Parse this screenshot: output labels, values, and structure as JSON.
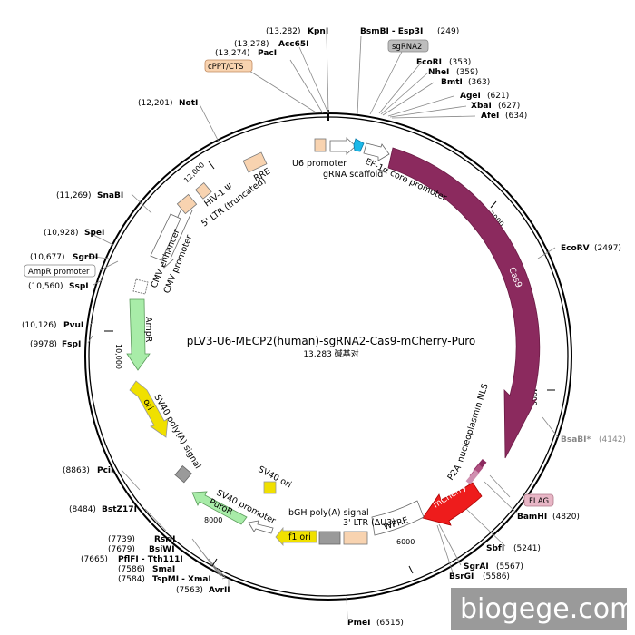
{
  "title": "pLV3-U6-MECP2(human)-sgRNA2-Cas9-mCherry-Puro",
  "subtitle": "13,283 碱基对",
  "watermark": "biogege.com",
  "ticks": [
    "2000",
    "4000",
    "6000",
    "8000",
    "10,000",
    "12,000"
  ],
  "tags": {
    "cppt": "cPPT/CTS",
    "sgrna2": "sgRNA2",
    "ampr_promoter": "AmpR promoter",
    "flag": "FLAG"
  },
  "features": {
    "u6_promoter": "U6 promoter",
    "grna_scaffold": "gRNA scaffold",
    "ef1a": "EF-1α core promoter",
    "cas9": "Cas9",
    "nls": "nucleoplasmin NLS",
    "p2a": "P2A",
    "mcherry": "mCherry",
    "wpre": "WPRE",
    "ltr3": "3' LTR (ΔU3)",
    "bgh": "bGH poly(A) signal",
    "f1ori": "f1 ori",
    "sv40_promoter": "SV40 promoter",
    "puror": "PuroR",
    "sv40_ori": "SV40 ori",
    "sv40_polya": "SV40 poly(A) signal",
    "ori": "ori",
    "ampr": "AmpR",
    "cmv_enhancer": "CMV enhancer",
    "cmv_promoter": "CMV promoter",
    "ltr5": "5' LTR (truncated)",
    "hiv": "HIV-1 Ψ",
    "rre": "RRE"
  },
  "sites": [
    {
      "id": "kpni",
      "name": "KpnI",
      "pos": "(13,282)"
    },
    {
      "id": "acc65i",
      "name": "Acc65I",
      "pos": "(13,278)"
    },
    {
      "id": "paci",
      "name": "PacI",
      "pos": "(13,274)"
    },
    {
      "id": "bsmbi",
      "name": "BsmBI - Esp3I",
      "pos": "(249)"
    },
    {
      "id": "ecori",
      "name": "EcoRI",
      "pos": "(353)"
    },
    {
      "id": "nhei",
      "name": "NheI",
      "pos": "(359)"
    },
    {
      "id": "bmti",
      "name": "BmtI",
      "pos": "(363)"
    },
    {
      "id": "agei",
      "name": "AgeI",
      "pos": "(621)"
    },
    {
      "id": "xbai",
      "name": "XbaI",
      "pos": "(627)"
    },
    {
      "id": "afei",
      "name": "AfeI",
      "pos": "(634)"
    },
    {
      "id": "ecorv",
      "name": "EcoRV",
      "pos": "(2497)"
    },
    {
      "id": "bsabi",
      "name": "BsaBI*",
      "pos": "(4142)"
    },
    {
      "id": "bamhi",
      "name": "BamHI",
      "pos": "(4820)"
    },
    {
      "id": "sbfi",
      "name": "SbfI",
      "pos": "(5241)"
    },
    {
      "id": "sgrai",
      "name": "SgrAI",
      "pos": "(5567)"
    },
    {
      "id": "bsrgi",
      "name": "BsrGI",
      "pos": "(5586)"
    },
    {
      "id": "pmei",
      "name": "PmeI",
      "pos": "(6515)"
    },
    {
      "id": "avrii",
      "name": "AvrII",
      "pos": "(7563)"
    },
    {
      "id": "tspmi",
      "name": "TspMI - XmaI",
      "pos": "(7584)"
    },
    {
      "id": "smai",
      "name": "SmaI",
      "pos": "(7586)"
    },
    {
      "id": "pflfi",
      "name": "PflFI - Tth111I",
      "pos": "(7665)"
    },
    {
      "id": "bsiwi",
      "name": "BsiWI",
      "pos": "(7679)"
    },
    {
      "id": "rsrii",
      "name": "RsrII",
      "pos": "(7739)"
    },
    {
      "id": "bstz17i",
      "name": "BstZ17I",
      "pos": "(8484)"
    },
    {
      "id": "pcii",
      "name": "PciI",
      "pos": "(8863)"
    },
    {
      "id": "fspi",
      "name": "FspI",
      "pos": "(9978)"
    },
    {
      "id": "pvui",
      "name": "PvuI",
      "pos": "(10,126)"
    },
    {
      "id": "sspi",
      "name": "SspI",
      "pos": "(10,560)"
    },
    {
      "id": "sgrdi",
      "name": "SgrDI",
      "pos": "(10,677)"
    },
    {
      "id": "spei",
      "name": "SpeI",
      "pos": "(10,928)"
    },
    {
      "id": "snabi",
      "name": "SnaBI",
      "pos": "(11,269)"
    },
    {
      "id": "noti",
      "name": "NotI",
      "pos": "(12,201)"
    }
  ],
  "colors": {
    "cas9": "#8b2a5e",
    "mcherry": "#ee1c1c",
    "ampr": "#a8eca8",
    "ori": "#f0e000",
    "puror": "#a8eca8",
    "ltr": "#f8d3b0",
    "tag_cppt": "#f8d3b0",
    "tag_sgrna": "#bdbdbd",
    "tag_flag": "#e8b6c6",
    "sgrna_arrow": "#1db9e8"
  }
}
